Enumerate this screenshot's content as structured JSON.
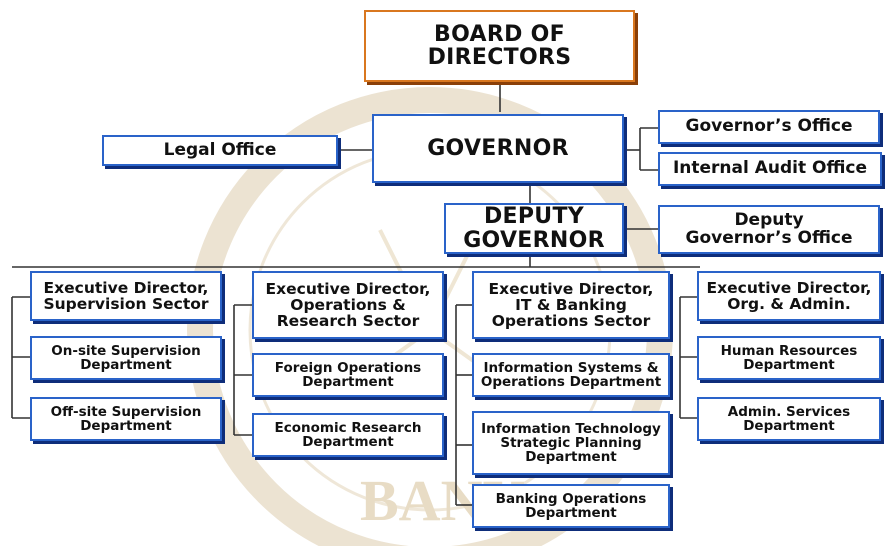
{
  "colors": {
    "box_border": "#2a63c9",
    "box_shadow": "#0e2d7a",
    "top_border": "#d9771f",
    "watermark": "#e6d9c2"
  },
  "watermark_text": "BANK",
  "nodes": {
    "board": "BOARD OF\nDIRECTORS",
    "governor": "GOVERNOR",
    "legal_office": "Legal Office",
    "governors_office": "Governor’s Office",
    "internal_audit": "Internal Audit Office",
    "deputy_governor": "DEPUTY\nGOVERNOR",
    "deputy_governors_office": "Deputy\nGovernor’s Office",
    "ed_supervision": "Executive Director,\nSupervision Sector",
    "onsite_supervision": "On-site Supervision\nDepartment",
    "offsite_supervision": "Off-site Supervision\nDepartment",
    "ed_operations": "Executive Director,\nOperations &\nResearch Sector",
    "foreign_operations": "Foreign Operations\nDepartment",
    "economic_research": "Economic Research\nDepartment",
    "ed_it_banking": "Executive Director,\nIT & Banking\nOperations Sector",
    "info_systems": "Information Systems &\nOperations Department",
    "it_strategic": "Information Technology\nStrategic Planning\nDepartment",
    "banking_operations": "Banking Operations\nDepartment",
    "ed_org_admin": "Executive Director,\nOrg. & Admin.",
    "human_resources": "Human Resources\nDepartment",
    "admin_services": "Admin. Services\nDepartment"
  }
}
